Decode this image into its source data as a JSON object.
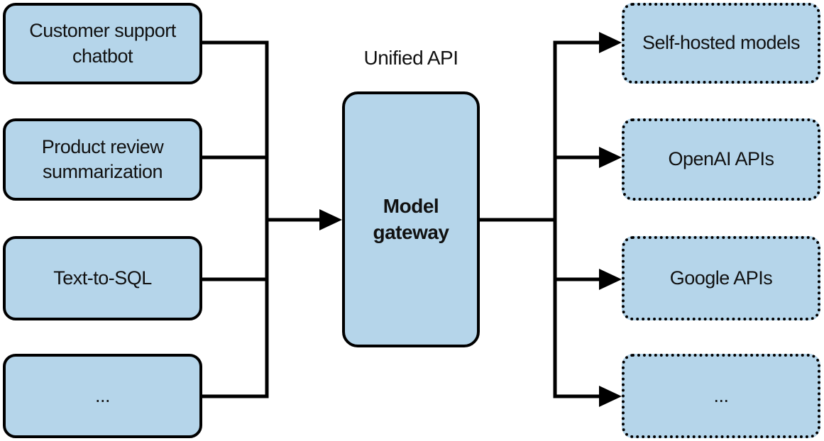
{
  "figure": {
    "caption": "Unified API",
    "gateway": {
      "label": "Model gateway"
    },
    "applications": [
      {
        "label": "Customer support chatbot"
      },
      {
        "label": "Product review summarization"
      },
      {
        "label": "Text-to-SQL"
      },
      {
        "label": "..."
      }
    ],
    "providers": [
      {
        "label": "Self-hosted models"
      },
      {
        "label": "OpenAI APIs"
      },
      {
        "label": "Google APIs"
      },
      {
        "label": "..."
      }
    ]
  },
  "colors": {
    "box_fill": "#B5D5EA",
    "line": "#000000",
    "text": "#111111",
    "background": "#FFFFFF"
  }
}
